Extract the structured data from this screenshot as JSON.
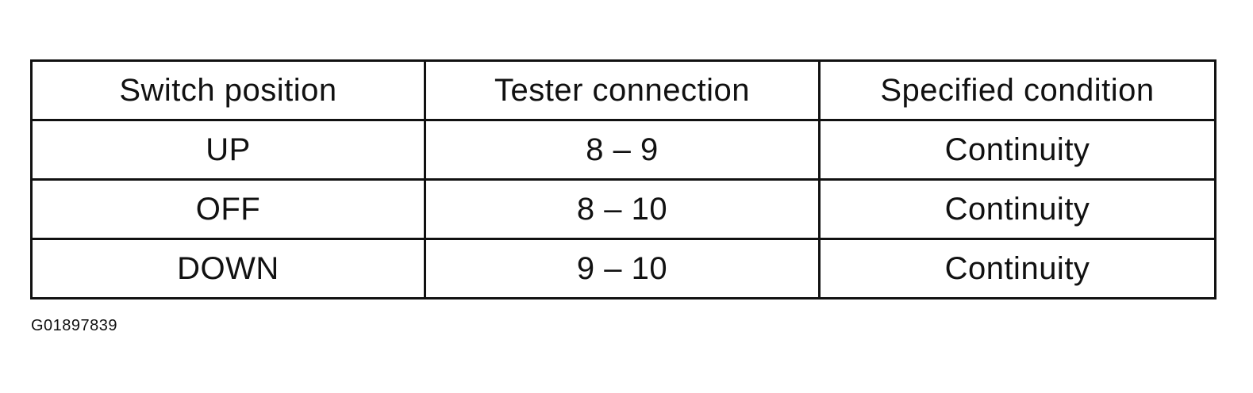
{
  "table": {
    "headers": [
      "Switch position",
      "Tester connection",
      "Specified condition"
    ],
    "rows": [
      [
        "UP",
        "8 – 9",
        "Continuity"
      ],
      [
        "OFF",
        "8 – 10",
        "Continuity"
      ],
      [
        "DOWN",
        "9 – 10",
        "Continuity"
      ]
    ]
  },
  "figure_id": "G01897839"
}
